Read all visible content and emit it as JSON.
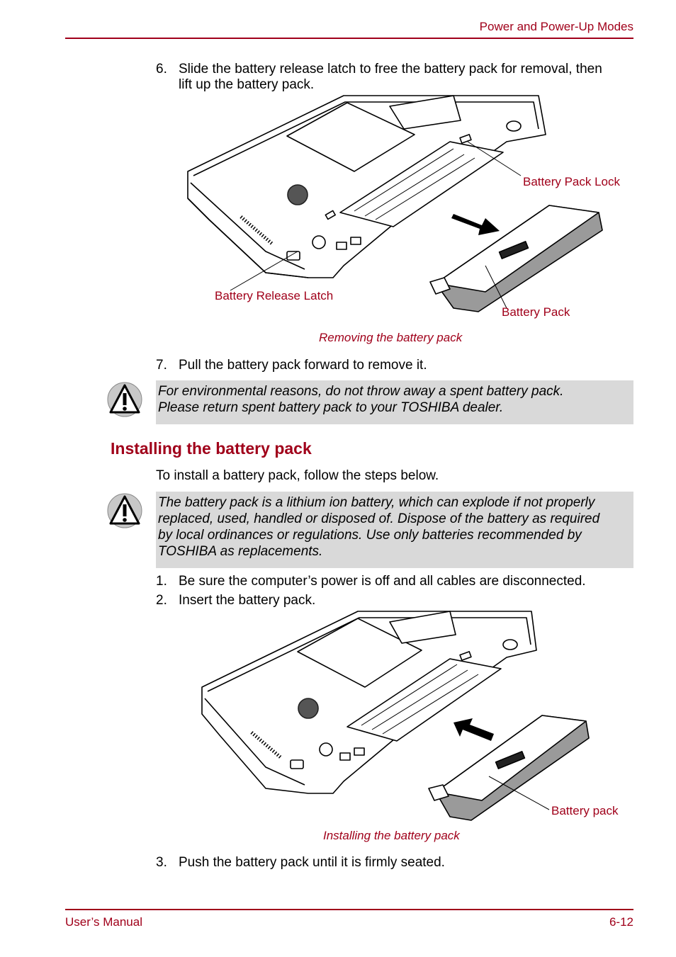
{
  "header": {
    "section": "Power and Power-Up Modes"
  },
  "step6": {
    "num": "6.",
    "line1": "Slide the battery release latch to free the battery pack for removal, then",
    "line2": "lift up the battery pack."
  },
  "figure1": {
    "labels": {
      "lock": "Battery Pack Lock",
      "latch": "Battery Release Latch",
      "pack": "Battery Pack"
    },
    "caption": "Removing the battery pack"
  },
  "step7": {
    "num": "7.",
    "text": "Pull the battery pack forward to remove it."
  },
  "caution1": {
    "line1": "For environmental reasons, do not throw away a spent battery pack.",
    "line2": "Please return spent battery pack to your TOSHIBA dealer."
  },
  "section": {
    "title": "Installing the battery pack",
    "intro": "To install a battery pack, follow the steps below."
  },
  "caution2": {
    "line1": "The battery pack is a lithium ion battery, which can explode if not properly",
    "line2": "replaced, used, handled or disposed of. Dispose of the battery as required",
    "line3": "by local ordinances or regulations. Use only batteries recommended by",
    "line4": "TOSHIBA as replacements."
  },
  "install_steps": [
    {
      "num": "1.",
      "text": "Be sure the computer’s power is off and all cables are disconnected."
    },
    {
      "num": "2.",
      "text": "Insert the battery pack."
    }
  ],
  "figure2": {
    "labels": {
      "pack": "Battery pack"
    },
    "caption": "Installing the battery pack"
  },
  "step3": {
    "num": "3.",
    "text": "Push the battery pack until it is firmly seated."
  },
  "footer": {
    "left": "User’s Manual",
    "right": "6-12"
  },
  "colors": {
    "accent": "#a0001a",
    "note_bg": "#d9d9d9"
  },
  "icons": {
    "caution": "warning-triangle-icon"
  }
}
